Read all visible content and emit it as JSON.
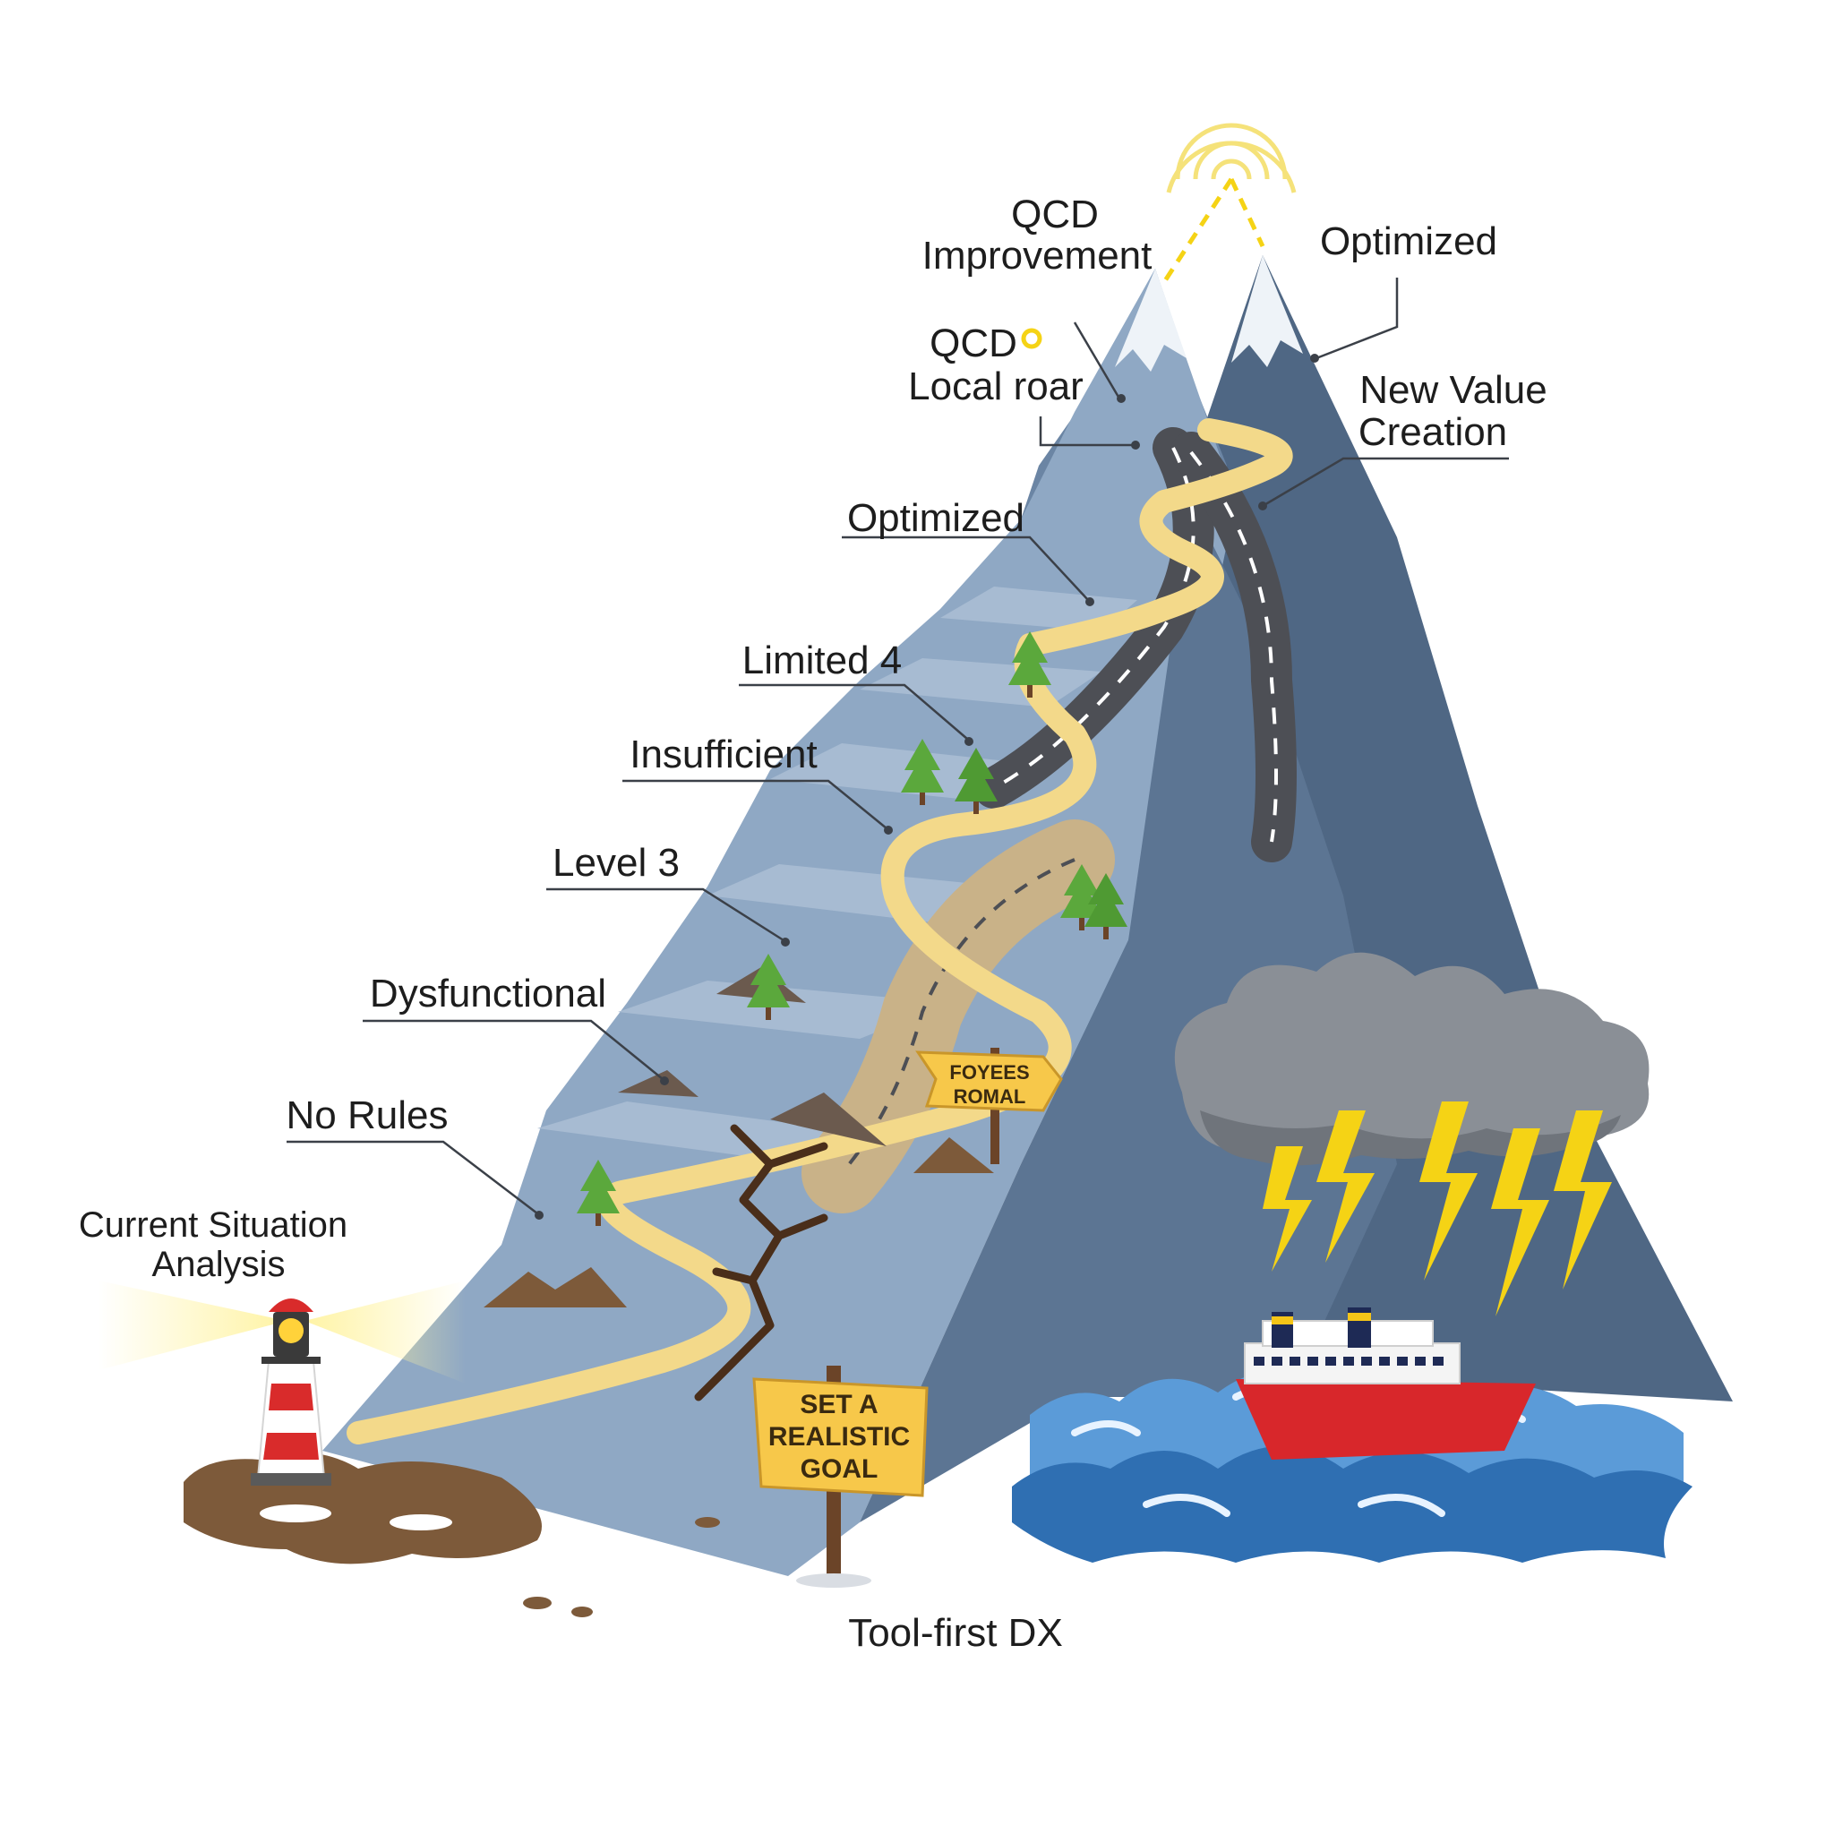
{
  "labels": {
    "qcd_improvement_line1": "QCD",
    "qcd_improvement_line2": "Improvement",
    "optimized_top": "Optimized",
    "qcd_local_line1": "QCD",
    "qcd_local_line2": "Local roar",
    "new_value_line1": "New Value",
    "new_value_line2": "Creation",
    "optimized_mid": "Optimized",
    "limited": "Limited 4",
    "insufficient": "Insufficient",
    "level3": "Level 3",
    "dysfunctional": "Dysfunctional",
    "no_rules": "No Rules",
    "current_line1": "Current Situation",
    "current_line2": "Analysis",
    "tool_first": "Tool-first DX"
  },
  "signs": {
    "upper_line1": "FOYEES",
    "upper_line2": "ROMAL",
    "lower_line1": "SET A",
    "lower_line2": "REALISTIC",
    "lower_line3": "GOAL"
  },
  "colors": {
    "mountain_light": "#8fa8c4",
    "mountain_dark": "#4f6784",
    "path_yellow": "#f3d98a",
    "road_gray": "#4d4f55",
    "sign_yellow": "#f7c84a",
    "sea_blue": "#2f6fb2",
    "ship_red": "#d8272b"
  }
}
